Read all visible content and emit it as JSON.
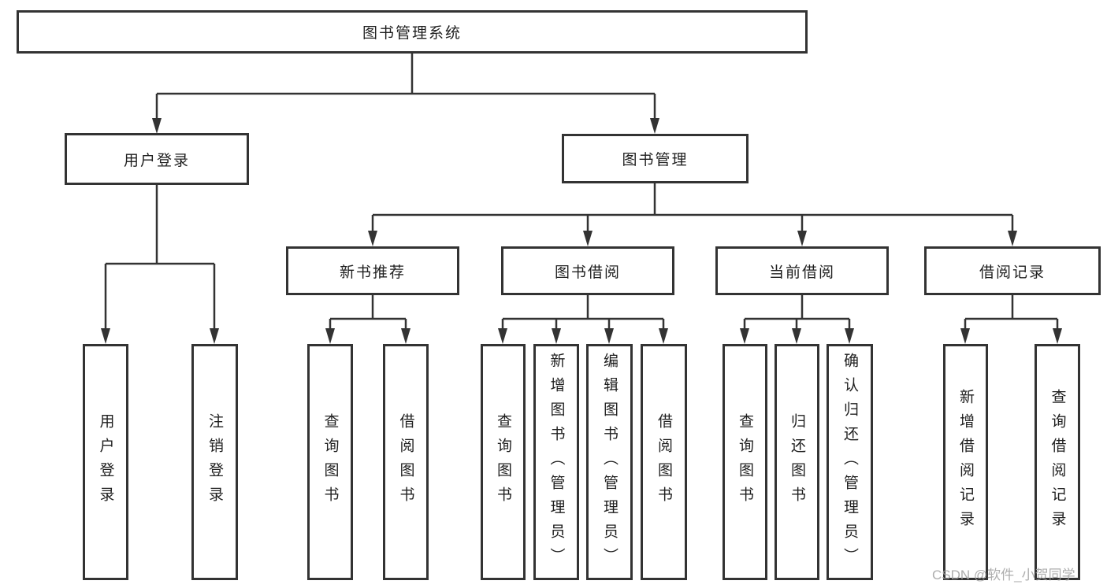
{
  "tree": {
    "label": "图书管理系统",
    "children": [
      {
        "label": "用户登录",
        "children": [
          {
            "label": "用户登录"
          },
          {
            "label": "注销登录"
          }
        ]
      },
      {
        "label": "图书管理",
        "children": [
          {
            "label": "新书推荐",
            "children": [
              {
                "label": "查询图书"
              },
              {
                "label": "借阅图书"
              }
            ]
          },
          {
            "label": "图书借阅",
            "children": [
              {
                "label": "查询图书"
              },
              {
                "label": "新增图书（管理员）"
              },
              {
                "label": "编辑图书（管理员）"
              },
              {
                "label": "借阅图书"
              }
            ]
          },
          {
            "label": "当前借阅",
            "children": [
              {
                "label": "查询图书"
              },
              {
                "label": "归还图书"
              },
              {
                "label": "确认归还（管理员）"
              }
            ]
          },
          {
            "label": "借阅记录",
            "children": [
              {
                "label": "新增借阅记录"
              },
              {
                "label": "查询借阅记录"
              }
            ]
          }
        ]
      }
    ]
  },
  "watermark": {
    "text": "CSDN @软件_小贺同学"
  },
  "colors": {
    "line": "#333333",
    "border": "#333333",
    "text": "#1f1f1f",
    "watermark": "#a0a0a0",
    "background": "#ffffff"
  }
}
